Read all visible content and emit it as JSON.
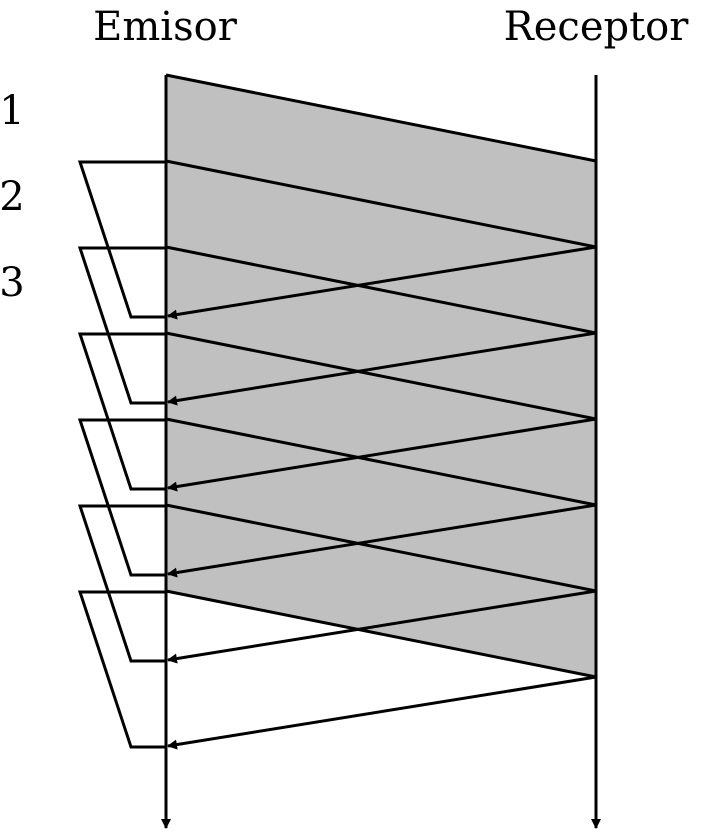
{
  "diagram": {
    "sender_label": "Emisor",
    "receiver_label": "Receptor",
    "step_labels": [
      "1",
      "2",
      "3"
    ],
    "packet_count": 7,
    "ack_count": 6,
    "window_fill_color": "#c0c0c0",
    "line_color": "#000000"
  }
}
